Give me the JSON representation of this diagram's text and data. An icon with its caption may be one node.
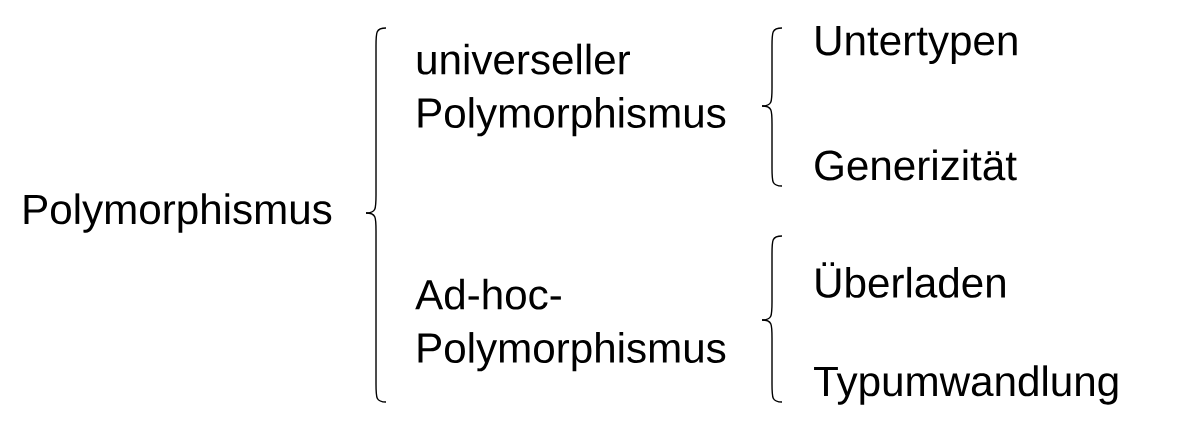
{
  "diagram": {
    "nodes": [
      {
        "text": [
          "Polymorphismus"
        ]
      },
      {
        "text": [
          "universeller Polymorphismus"
        ]
      },
      {
        "text": [
          "Untertypen"
        ]
      },
      {
        "text": [
          "Generizität"
        ]
      },
      {
        "text": [
          "Ad-hoc-Polymorphismus"
        ]
      },
      {
        "text": [
          "Überladen"
        ]
      },
      {
        "text": [
          "Typumwandlung"
        ]
      }
    ],
    "edges": [
      {
        "from": 0,
        "to": 1,
        "arrow": "none"
      },
      {
        "from": 0,
        "to": 4,
        "arrow": "none"
      },
      {
        "from": 1,
        "to": 2,
        "arrow": "none"
      },
      {
        "from": 1,
        "to": 3,
        "arrow": "none"
      },
      {
        "from": 4,
        "to": 5,
        "arrow": "none"
      },
      {
        "from": 4,
        "to": 6,
        "arrow": "none"
      }
    ]
  }
}
